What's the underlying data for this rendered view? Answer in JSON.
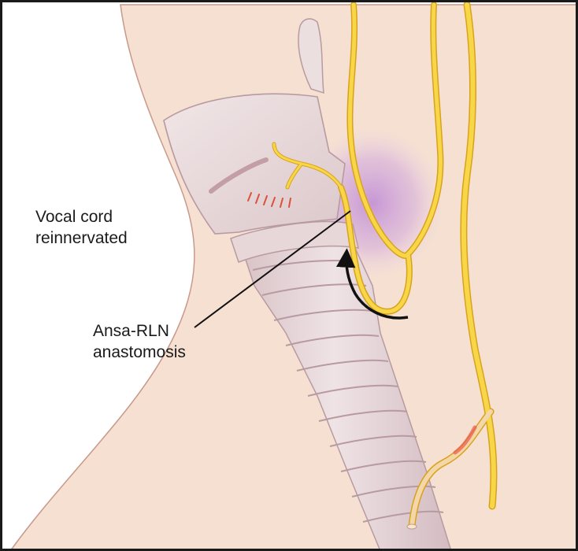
{
  "labels": {
    "vocal_cord": [
      "Vocal cord",
      "reinnervated"
    ],
    "anastomosis": [
      "Ansa-RLN",
      "anastomosis"
    ]
  },
  "colors": {
    "background": "#ffffff",
    "skin": "#f5e0d2",
    "skin_outline": "#c9998a",
    "cartilage": "#ecdfe0",
    "trachea": "#e6d4d7",
    "nerve": "#f7d748",
    "nerve_outline": "#d9a21c",
    "reinnervation_glow": "#b77ed6",
    "arrow": "#111111",
    "text": "#1b1b1b"
  }
}
